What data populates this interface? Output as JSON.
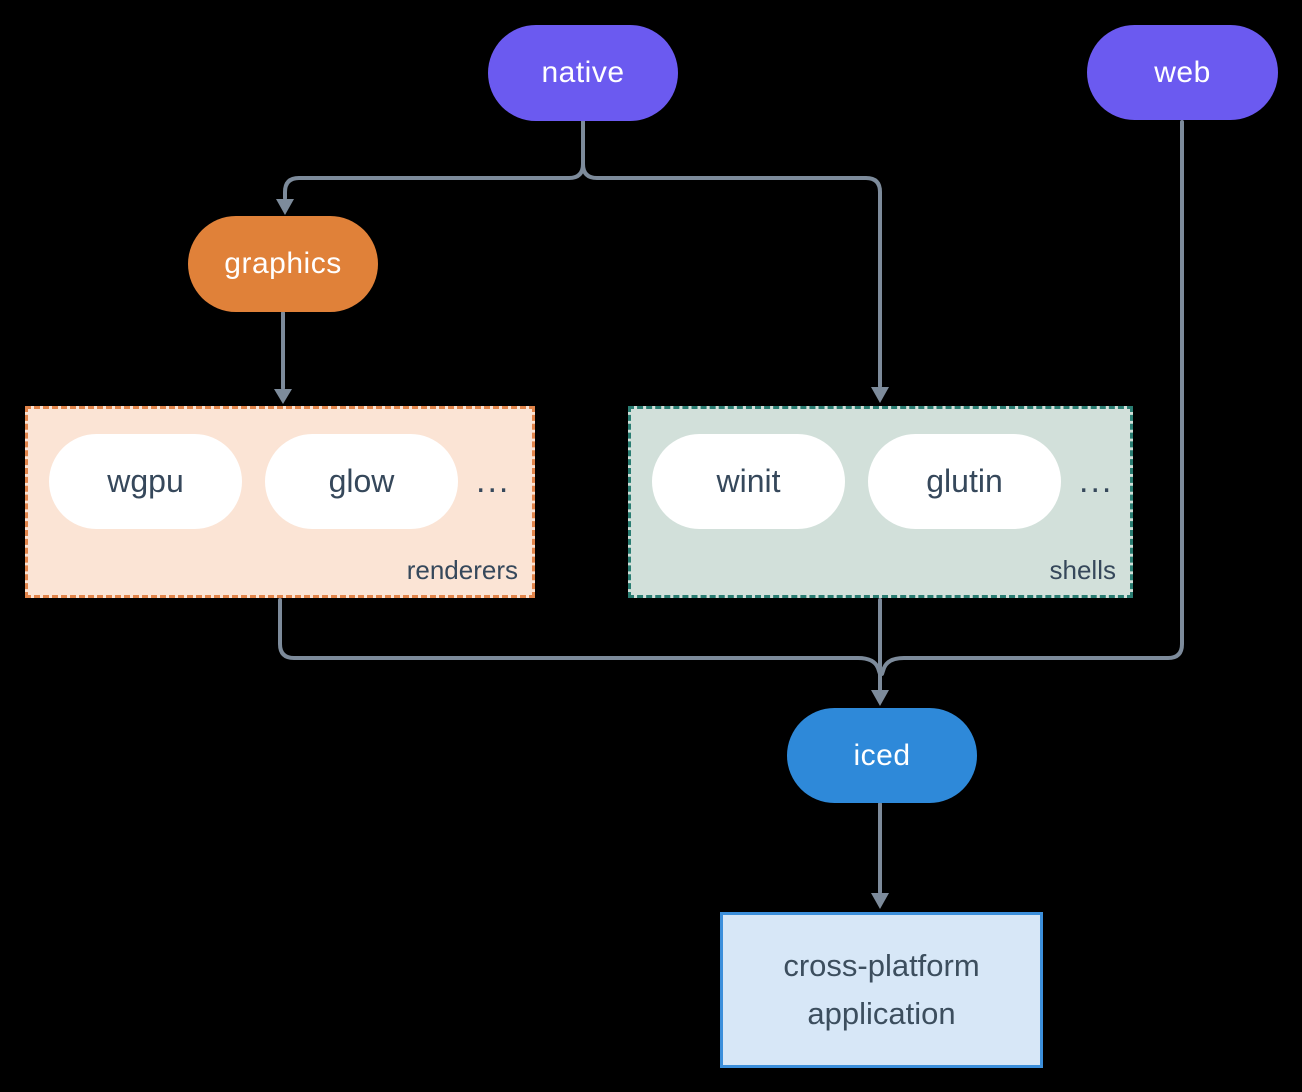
{
  "colors": {
    "bg": "#000000",
    "connector": "#7d8b9b",
    "purple": "#6b5af0",
    "orange": "#e08139",
    "blue": "#2e89d9",
    "peach_bg": "#fbe4d5",
    "peach_border": "#e2854b",
    "sage_bg": "#d2e0da",
    "sage_border": "#2a7d72",
    "app_bg": "#d7e7f7",
    "app_border": "#3c8fdb",
    "dark_text": "#36485b",
    "light_text": "#ffffff"
  },
  "diagram": {
    "nodes": {
      "native": {
        "label": "native"
      },
      "web": {
        "label": "web"
      },
      "graphics": {
        "label": "graphics"
      },
      "iced": {
        "label": "iced"
      },
      "app": {
        "label": "cross-platform application"
      }
    },
    "groups": {
      "renderers": {
        "label": "renderers",
        "items": [
          "wgpu",
          "glow"
        ],
        "ellipsis": "..."
      },
      "shells": {
        "label": "shells",
        "items": [
          "winit",
          "glutin"
        ],
        "ellipsis": "..."
      }
    },
    "edges": [
      "native -> graphics",
      "native -> shells",
      "graphics -> renderers",
      "renderers -> iced",
      "shells -> iced",
      "web -> iced",
      "iced -> app"
    ]
  }
}
